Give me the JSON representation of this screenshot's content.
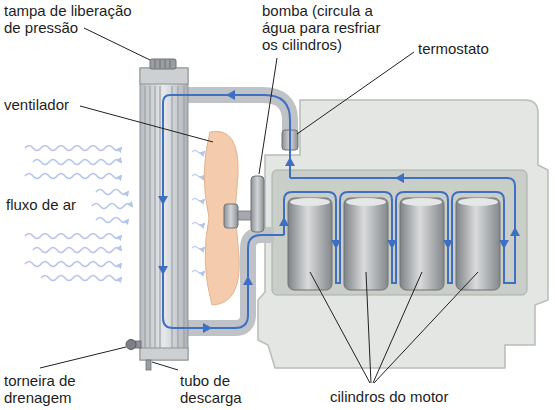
{
  "diagram": {
    "labels": [
      "tampa de liberação de pressão",
      "bomba (circula a água para resfriar os cilindros)",
      "termostato",
      "ventilador",
      "fluxo de ar",
      "torneira de drenagem",
      "tubo de descarga",
      "cilindros do motor"
    ]
  }
}
